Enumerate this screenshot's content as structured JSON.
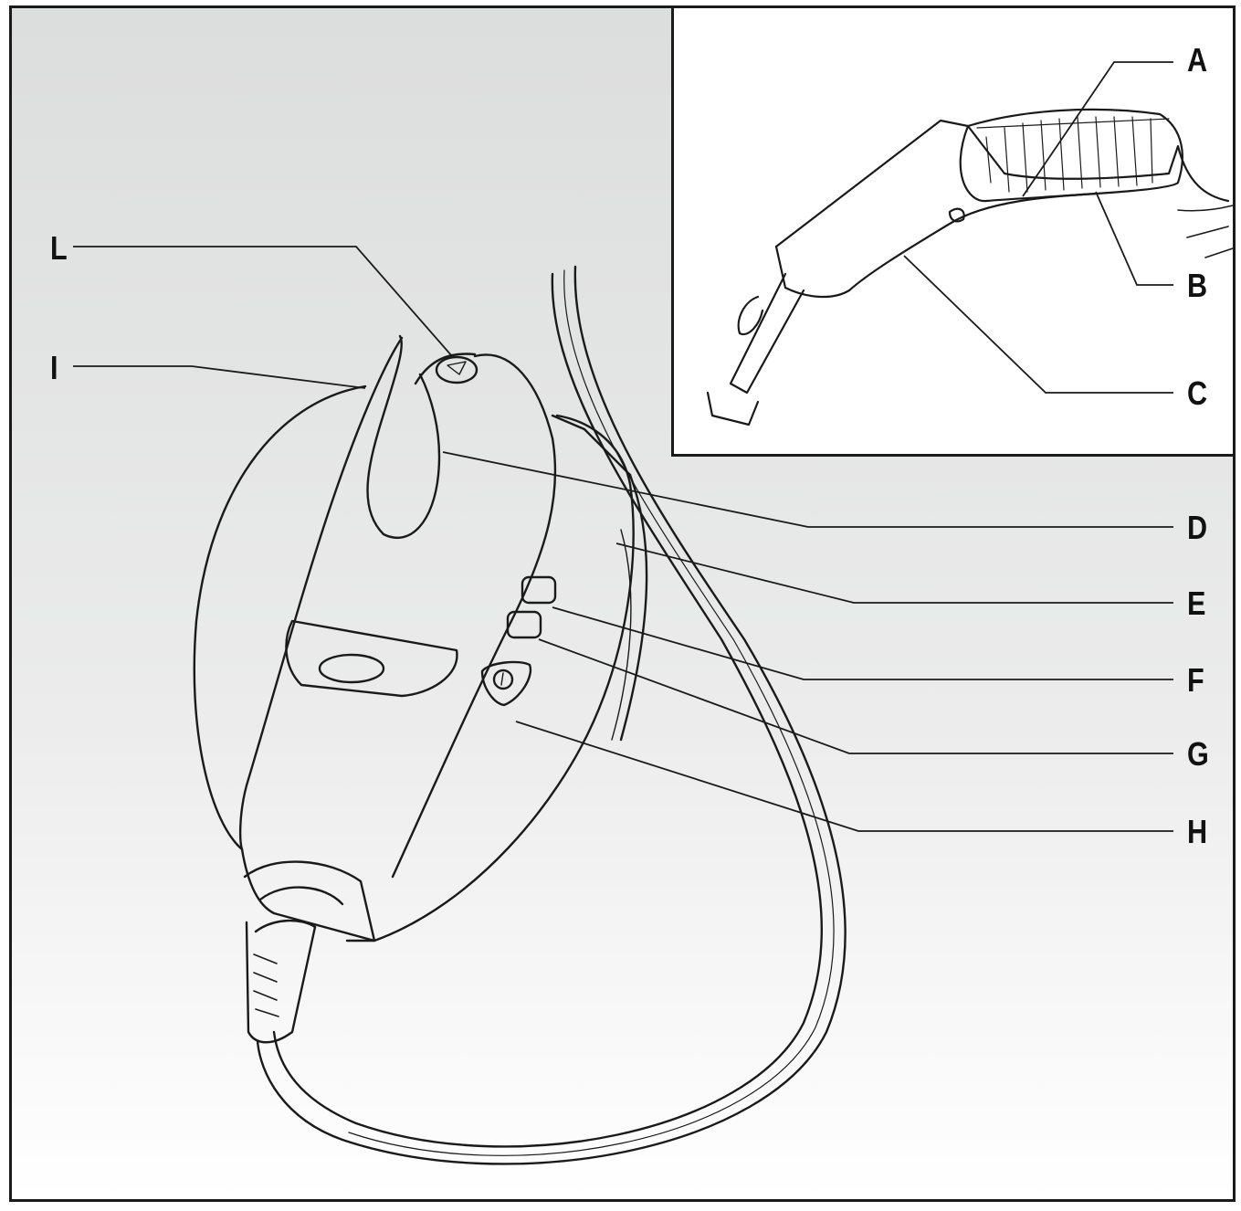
{
  "diagram": {
    "subject": "Steam cleaner main unit with hose handle inset",
    "inset": {
      "labels": [
        {
          "id": "A",
          "text": "A"
        },
        {
          "id": "B",
          "text": "B"
        },
        {
          "id": "C",
          "text": "C"
        }
      ]
    },
    "main": {
      "labels": [
        {
          "id": "L",
          "text": "L"
        },
        {
          "id": "I",
          "text": "I"
        },
        {
          "id": "D",
          "text": "D"
        },
        {
          "id": "E",
          "text": "E"
        },
        {
          "id": "F",
          "text": "F"
        },
        {
          "id": "G",
          "text": "G"
        },
        {
          "id": "H",
          "text": "H"
        }
      ]
    },
    "colors": {
      "line": "#1a1a1a",
      "background_top": "#dcdddd",
      "background_bottom": "#ffffff"
    }
  }
}
